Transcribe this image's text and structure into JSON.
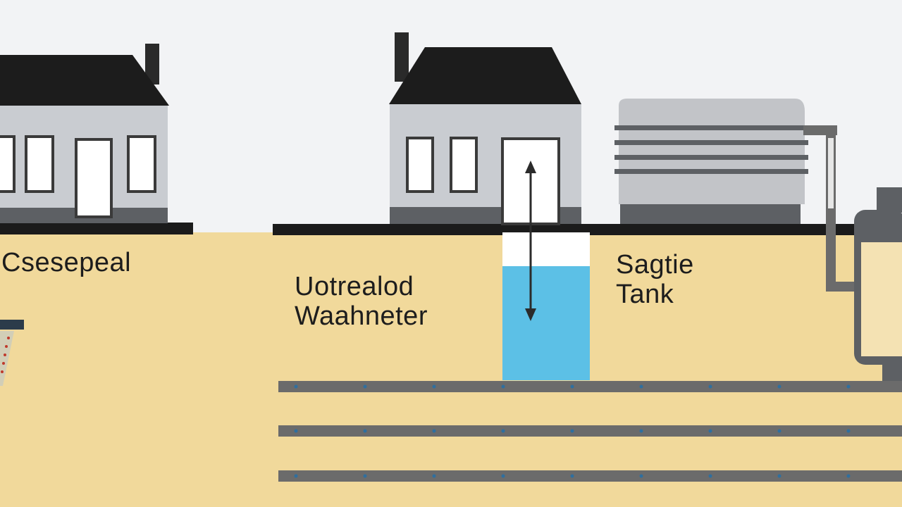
{
  "labels": {
    "cesspool": "Csesepeal",
    "untreated_line1": "Uotrealod",
    "untreated_line2": "Waahneter",
    "septic_line1": "Sagtie",
    "septic_line2": "Tank"
  },
  "colors": {
    "sky": "#f2f3f5",
    "soil": "#f1d99b",
    "ground_line": "#1b1b1b",
    "roof": "#1c1c1c",
    "wall": "#c9ccd1",
    "wall_base": "#5d6064",
    "water": "#5cc0e6",
    "pipe": "#6b6b6b",
    "tank": "#c2c4c8",
    "tank_band": "#5d6064",
    "cesspool_dots": "#c0392b"
  },
  "icons": {
    "well_arrow": "double-headed-arrow-icon",
    "drain_field": "drain-pipe-icon"
  }
}
